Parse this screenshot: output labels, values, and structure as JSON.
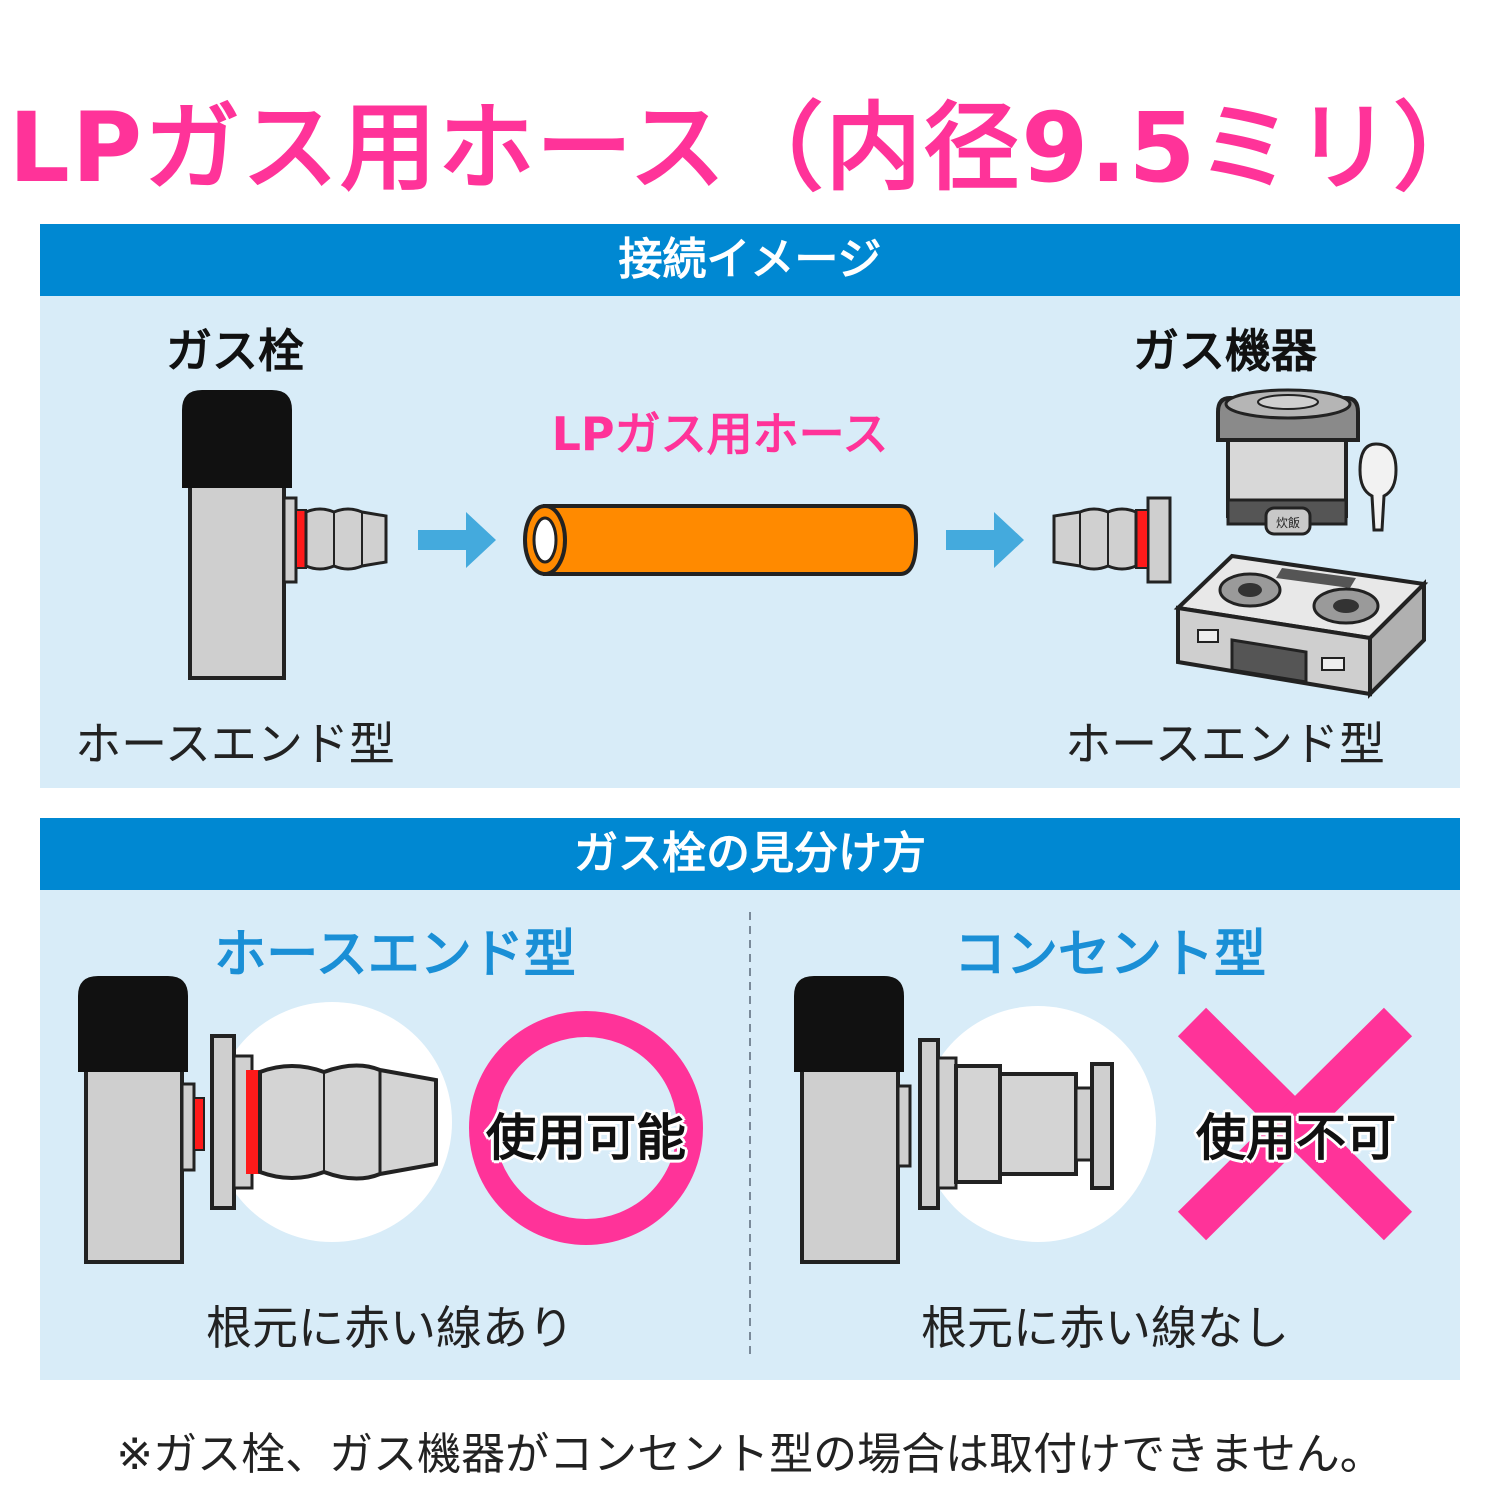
{
  "title": "LPガス用ホース（内径9.5ミリ）",
  "section1": {
    "header": "接続イメージ",
    "valve_label": "ガス栓",
    "device_label": "ガス機器",
    "hose_label": "LPガス用ホース",
    "valve_type": "ホースエンド型",
    "device_type": "ホースエンド型",
    "rice_cooker_badge": "炊飯"
  },
  "section2": {
    "header": "ガス栓の見分け方",
    "left": {
      "type": "ホースエンド型",
      "verdict": "使用可能",
      "caption": "根元に赤い線あり"
    },
    "right": {
      "type": "コンセント型",
      "verdict": "使用不可",
      "caption": "根元に赤い線なし"
    }
  },
  "note": "※ガス栓、ガス機器がコンセント型の場合は取付けできません。",
  "colors": {
    "accent_pink": "#ff3399",
    "header_blue": "#0088d2",
    "panel_bg": "#d8ecf8",
    "hose_orange": "#ff8a00",
    "red_line": "#ff1a1a"
  },
  "icons": [
    "gas-valve-icon",
    "arrow-right-icon",
    "hose-icon",
    "hose-end-fitting-icon",
    "rice-cooker-icon",
    "gas-stove-icon",
    "circle-ok-icon",
    "cross-ng-icon"
  ]
}
